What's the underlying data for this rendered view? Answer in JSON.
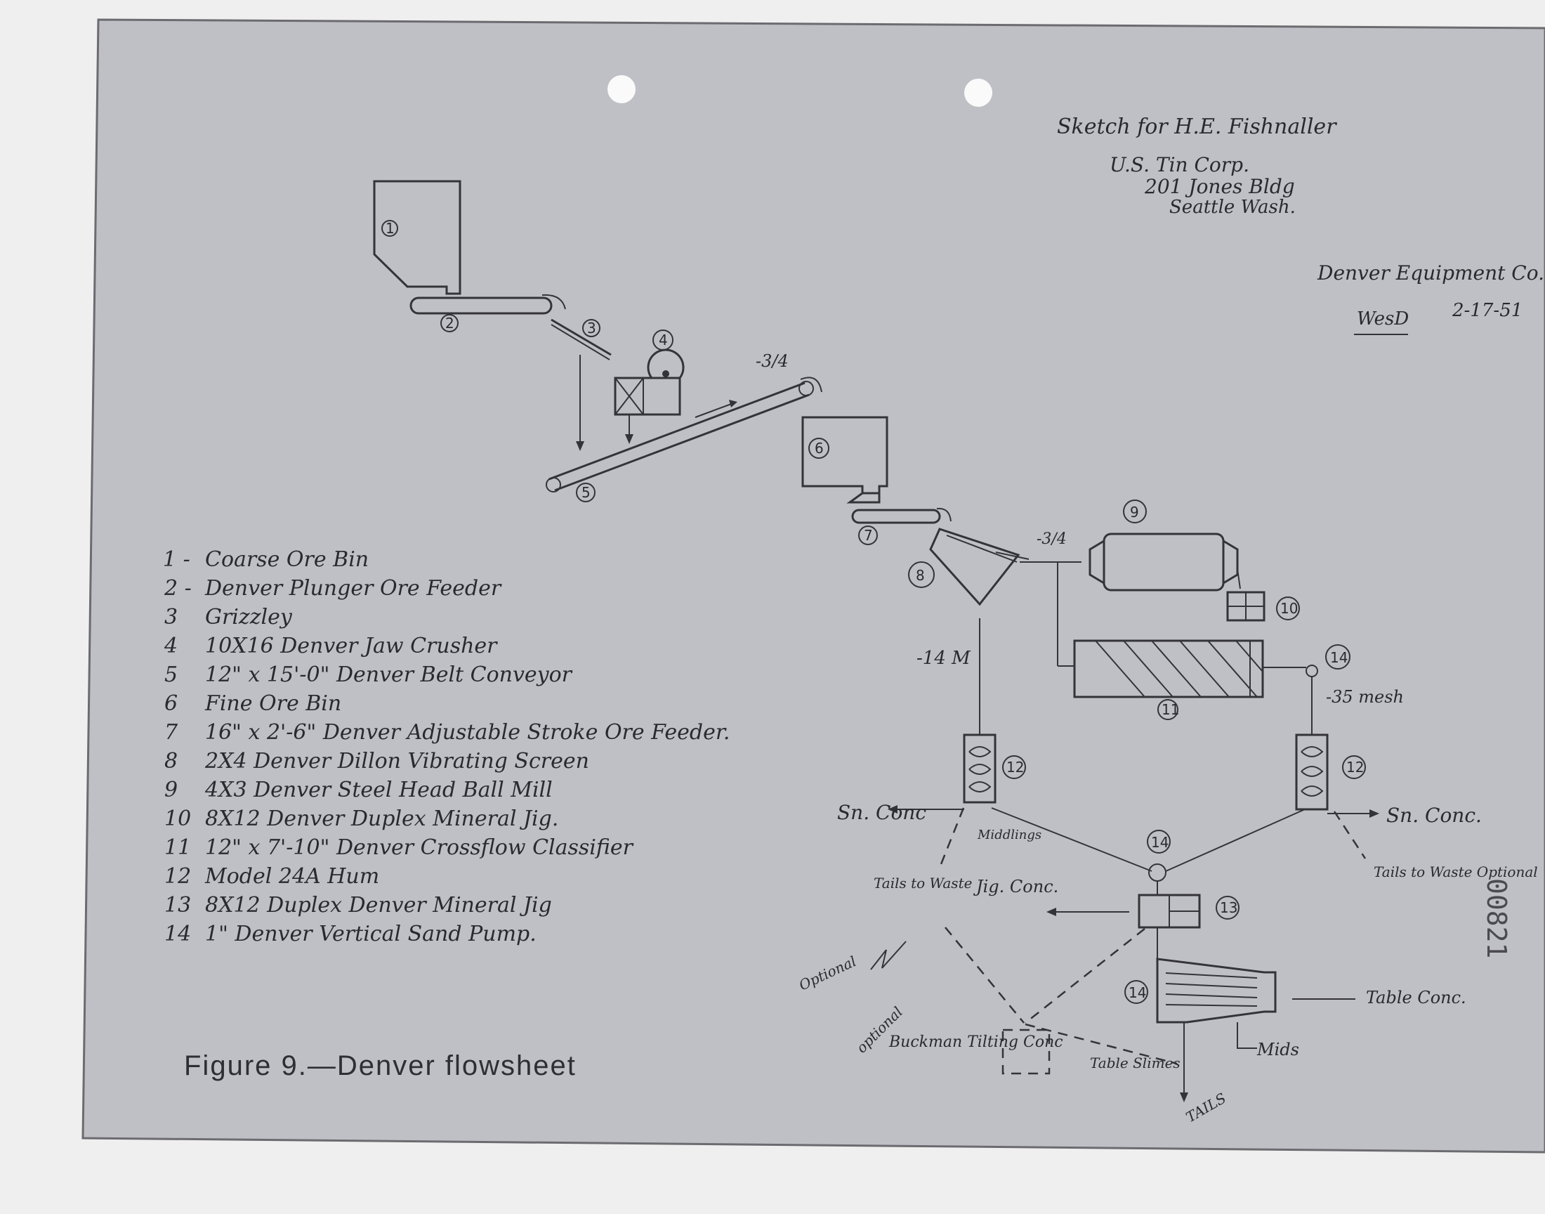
{
  "header": {
    "sketch_for": "Sketch for H.E. Fishnaller",
    "company": "U.S. Tin Corp.",
    "address": "201 Jones Bldg",
    "city": "Seattle Wash.",
    "maker": "Denver Equipment Co.",
    "date": "2-17-51",
    "initials": "WesD",
    "stamp": "00821"
  },
  "legend": [
    {
      "num": "1 -",
      "text": "Coarse Ore Bin"
    },
    {
      "num": "2 -",
      "text": "Denver Plunger Ore Feeder"
    },
    {
      "num": "3",
      "text": "Grizzley"
    },
    {
      "num": "4",
      "text": "10X16 Denver Jaw Crusher"
    },
    {
      "num": "5",
      "text": "12\" x 15'-0\" Denver Belt Conveyor"
    },
    {
      "num": "6",
      "text": "Fine Ore Bin"
    },
    {
      "num": "7",
      "text": "16\" x 2'-6\" Denver Adjustable Stroke Ore Feeder."
    },
    {
      "num": "8",
      "text": "2X4 Denver Dillon Vibrating Screen"
    },
    {
      "num": "9",
      "text": "4X3 Denver Steel Head Ball Mill"
    },
    {
      "num": "10",
      "text": "8X12 Denver Duplex Mineral Jig."
    },
    {
      "num": "11",
      "text": "12\" x 7'-10\" Denver Crossflow Classifier"
    },
    {
      "num": "12",
      "text": "Model 24A Hum"
    },
    {
      "num": "13",
      "text": "8X12 Duplex Denver Mineral Jig"
    },
    {
      "num": "14",
      "text": "1\" Denver Vertical Sand Pump."
    }
  ],
  "caption": "Figure 9.—Denver flowsheet",
  "diagram": {
    "equipment_numbers": [
      "1",
      "2",
      "3",
      "4",
      "5",
      "6",
      "7",
      "8",
      "9",
      "10",
      "11",
      "12",
      "12",
      "13",
      "14",
      "14",
      "14"
    ],
    "labels": {
      "screen_oversize": "-3/4",
      "screen_size": "-3/4",
      "minus_14m": "-14 M",
      "minus_35_mesh": "-35 mesh",
      "sn_conc_left": "Sn. Conc",
      "sn_conc_right": "Sn. Conc.",
      "middlings": "Middlings",
      "jig_conc": "Jig. Conc.",
      "tails_to_waste": "Tails to Waste",
      "tails_waste_optional": "Tails to Waste Optional",
      "optional_left": "Optional",
      "optional_buckman": "optional",
      "buckman": "Buckman Tilting Conc",
      "table_slimes": "Table Slimes",
      "table_conc": "Table Conc.",
      "mids": "Mids",
      "tails": "TAILS"
    }
  }
}
